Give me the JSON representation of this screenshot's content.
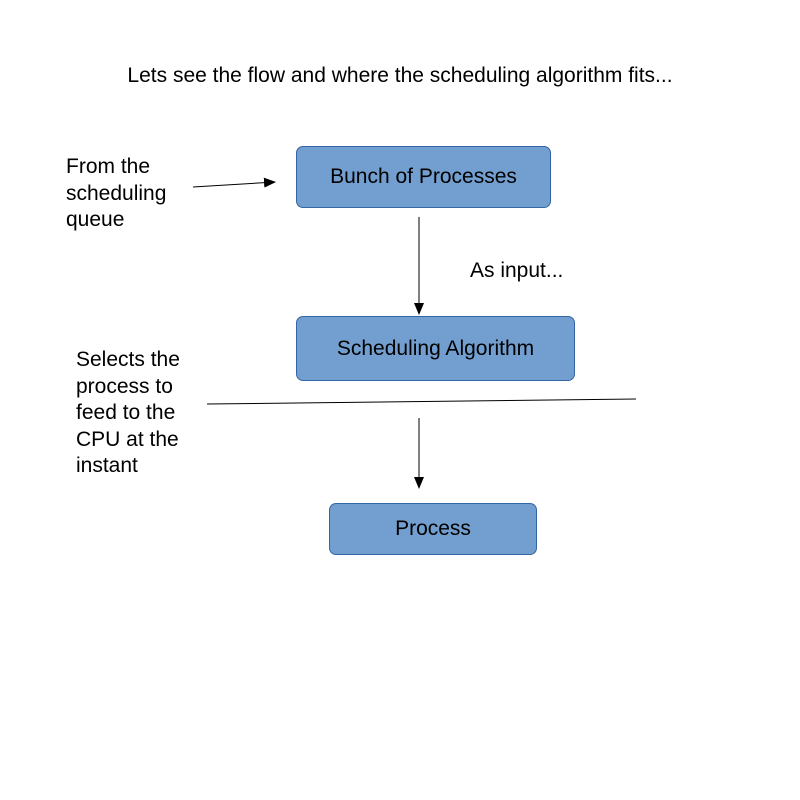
{
  "title": "Lets see the flow and where the scheduling algorithm fits...",
  "boxes": {
    "bunch": "Bunch of Processes",
    "scheduling": "Scheduling Algorithm",
    "process": "Process"
  },
  "notes": {
    "from_queue": "From the\nscheduling\nqueue",
    "as_input": "As input...",
    "selects": "Selects the\nprocess to\nfeed to the\nCPU at the\ninstant"
  },
  "colors": {
    "box_fill": "#729fcf",
    "box_border": "#3465a4",
    "line": "#000000"
  }
}
